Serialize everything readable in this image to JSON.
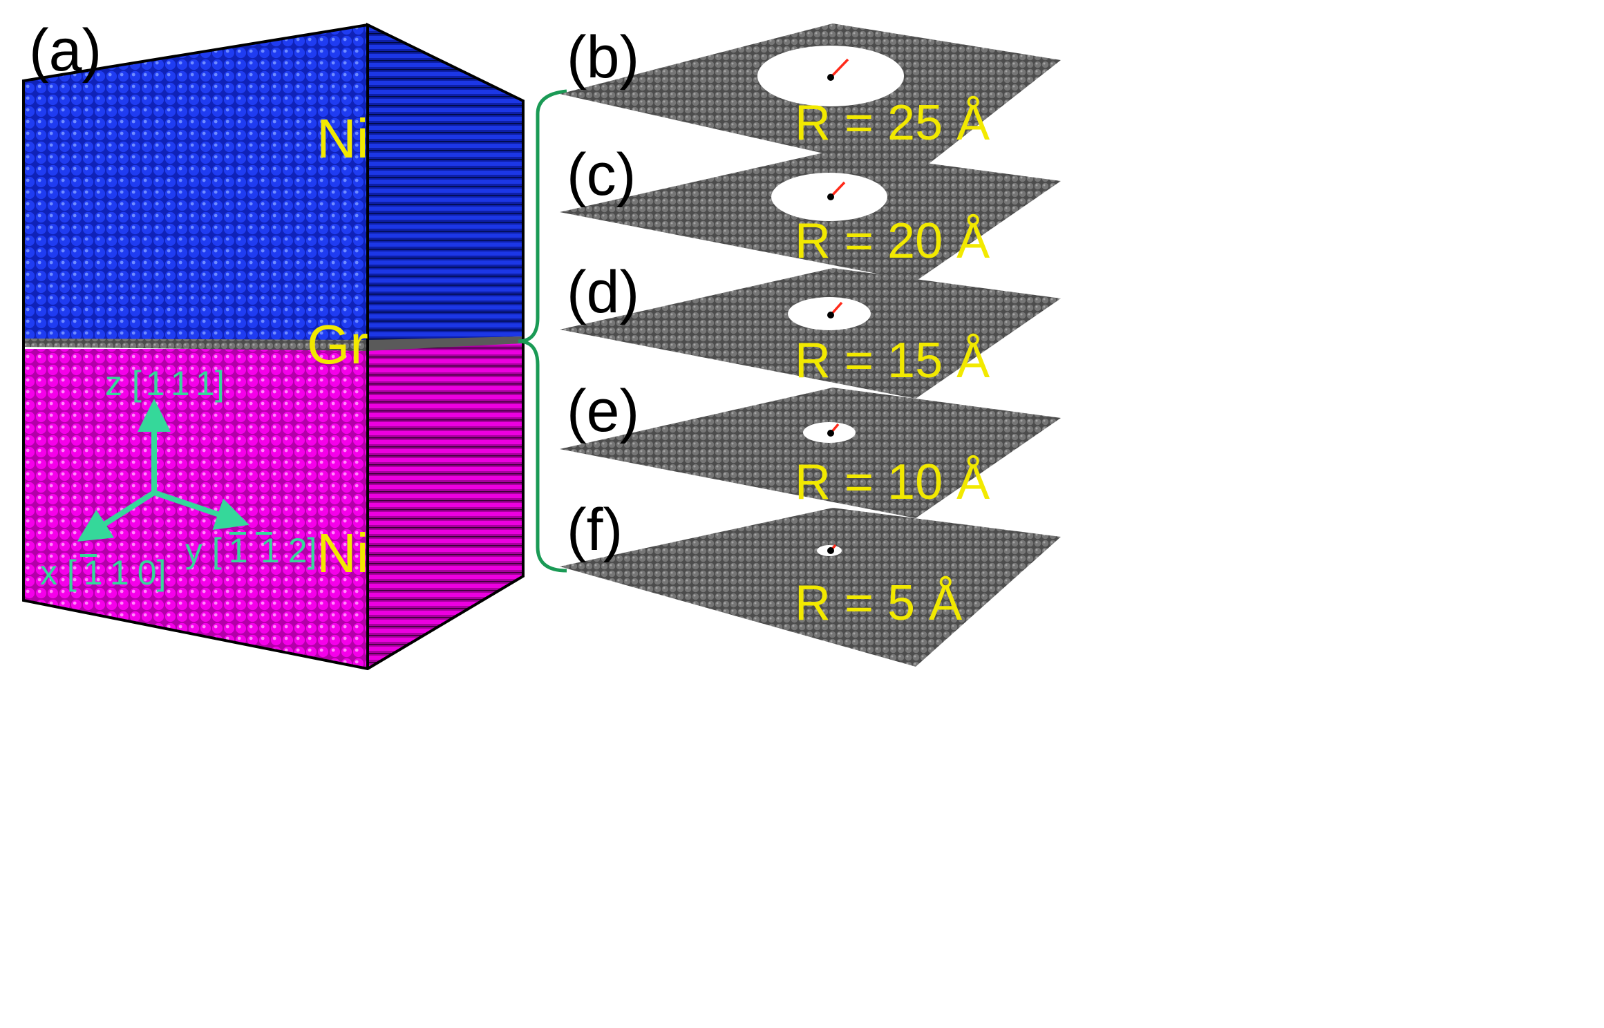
{
  "colors": {
    "ni_top": "#1432ee",
    "ni_bottom": "#f000e6",
    "graphene": "#6d6d6d",
    "label_yellow": "#f2e900",
    "axis_green": "#35d89a",
    "bracket_green": "#1a9a55",
    "radius_line": "#ff2a1a"
  },
  "panel_a": {
    "label": "(a)",
    "ni_top_label": "Ni",
    "gr_label": "Gr",
    "ni_bottom_label": "Ni",
    "axes": {
      "z": {
        "prefix": "z [",
        "digits": [
          "1",
          "1",
          "1"
        ],
        "suffix": "]"
      },
      "y": {
        "prefix": "y [",
        "digits": [
          "1",
          "1",
          "2"
        ],
        "suffix": "]"
      },
      "x": {
        "prefix": "x [",
        "digits": [
          "1",
          "1",
          "0"
        ],
        "suffix": "]"
      }
    }
  },
  "sheets": [
    {
      "label": "(b)",
      "radius_text": "R = 25 Å",
      "radius_A": 25
    },
    {
      "label": "(c)",
      "radius_text": "R = 20 Å",
      "radius_A": 20
    },
    {
      "label": "(d)",
      "radius_text": "R = 15 Å",
      "radius_A": 15
    },
    {
      "label": "(e)",
      "radius_text": "R = 10 Å",
      "radius_A": 10
    },
    {
      "label": "(f)",
      "radius_text": "R = 5 Å",
      "radius_A": 5
    }
  ]
}
